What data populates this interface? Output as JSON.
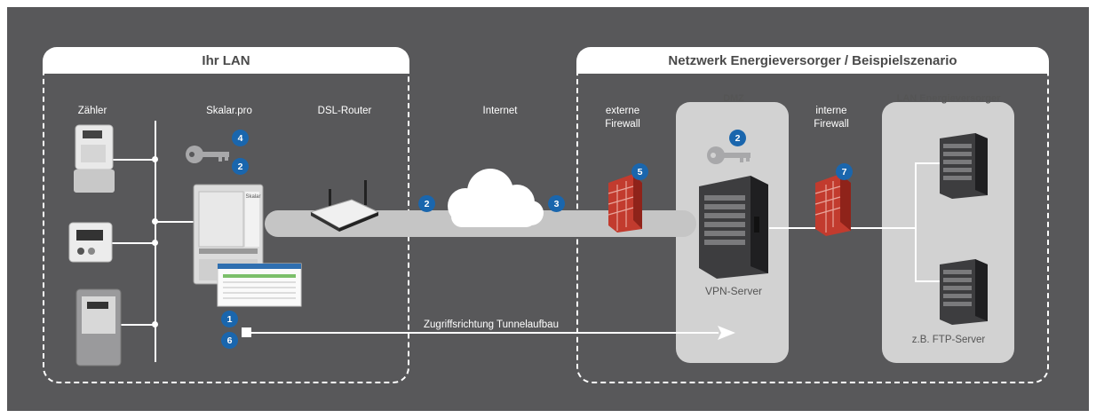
{
  "sections": {
    "lan_title": "Ihr LAN",
    "provider_title": "Netzwerk Energieversorger / Beispielszenario"
  },
  "labels": {
    "meters": "Zähler",
    "skalar": "Skalar.pro",
    "router": "DSL-Router",
    "internet": "Internet",
    "ext_firewall": "externe Firewall",
    "dmz": "DMZ",
    "int_firewall": "interne Firewall",
    "provider_lan": "LAN Energieversorger",
    "vpn_server": "VPN-Server",
    "ftp_server": "z.B. FTP-Server",
    "tunnel": "Zugriffsrichtung Tunnelaufbau",
    "device_brand": "Skalar"
  },
  "badges": {
    "key_lan_top": "4",
    "key_lan_bottom": "2",
    "cloud_left": "2",
    "cloud_right": "3",
    "ext_firewall": "5",
    "dmz_key": "2",
    "int_firewall": "7",
    "tunnel_top": "1",
    "tunnel_bottom": "6"
  },
  "colors": {
    "background": "#58585a",
    "badge": "#1a66ad",
    "panel": "#d2d2d2",
    "tunnel": "#c5c5c5"
  }
}
